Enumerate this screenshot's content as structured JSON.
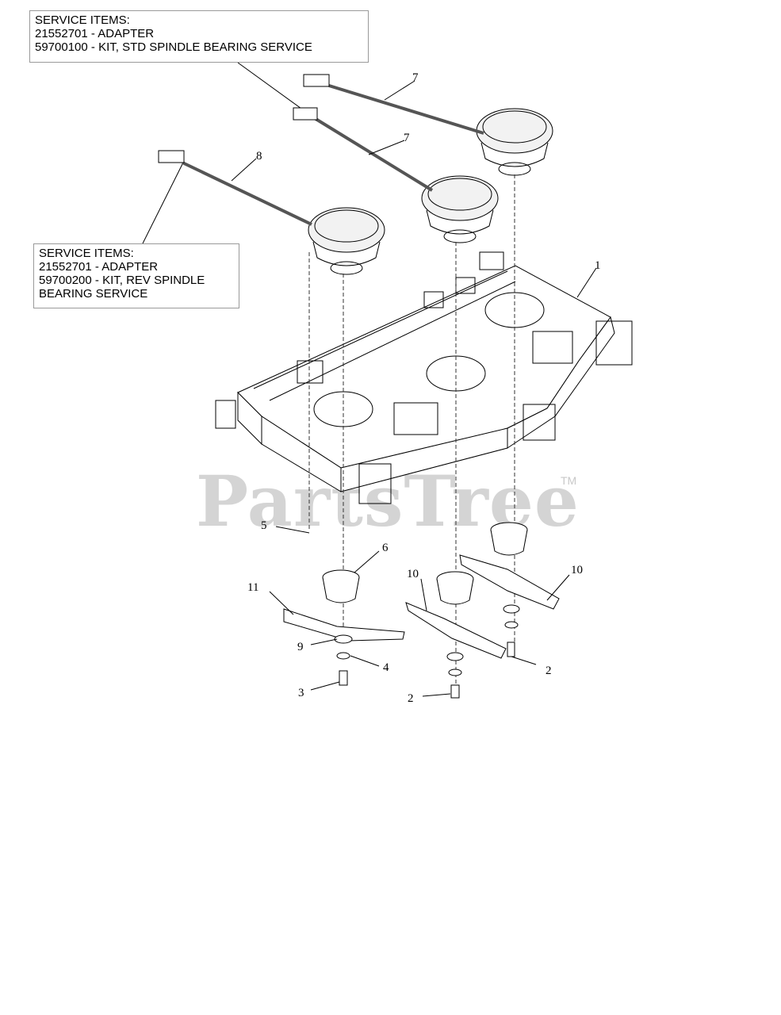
{
  "service_box_std": {
    "line1": "SERVICE ITEMS:",
    "line2": "21552701 - ADAPTER",
    "line3": "59700100 - KIT, STD SPINDLE BEARING SERVICE"
  },
  "service_box_rev": {
    "line1": "SERVICE ITEMS:",
    "line2": "21552701 - ADAPTER",
    "line3": "59700200 - KIT, REV SPINDLE",
    "line4": "BEARING SERVICE"
  },
  "watermark": {
    "text": "PartsTree",
    "tm": "TM"
  },
  "callouts": {
    "c1": "1",
    "c2a": "2",
    "c2b": "2",
    "c3": "3",
    "c4": "4",
    "c5": "5",
    "c6": "6",
    "c7a": "7",
    "c7b": "7",
    "c8": "8",
    "c9": "9",
    "c10a": "10",
    "c10b": "10",
    "c11": "11"
  }
}
